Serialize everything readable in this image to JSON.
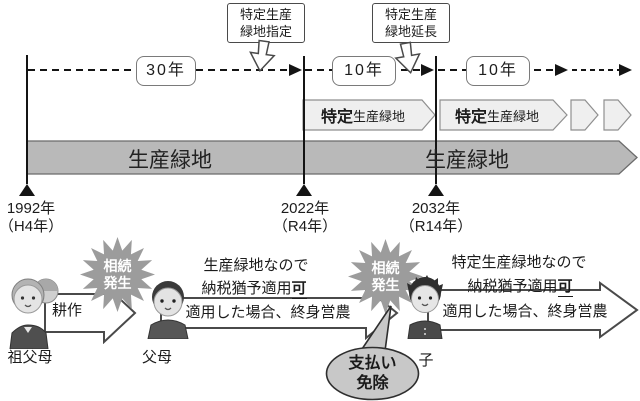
{
  "timeline": {
    "callouts": [
      {
        "line1": "特定生産",
        "line2": "緑地指定"
      },
      {
        "line1": "特定生産",
        "line2": "緑地延長"
      }
    ],
    "durations": [
      "30年",
      "10年",
      "10年"
    ],
    "milestones": [
      {
        "year": "1992年",
        "era": "（H4年）"
      },
      {
        "year": "2022年",
        "era": "（R4年）"
      },
      {
        "year": "2032年",
        "era": "（R14年）"
      }
    ]
  },
  "bands": {
    "tokutei": {
      "em": "特定",
      "rest": "生産緑地"
    },
    "seisan": "生産緑地"
  },
  "actors": [
    {
      "label": "祖父母"
    },
    {
      "label": "父母"
    },
    {
      "label": "子"
    }
  ],
  "events": {
    "inheritance_burst": {
      "line1": "相続",
      "line2": "発生"
    },
    "farming": "耕作",
    "payment_bubble": {
      "line1": "支払い",
      "line2": "免除"
    }
  },
  "notes": [
    {
      "line1": "生産緑地なので",
      "line2_prefix": "納税猶予適用",
      "line2_em": "可",
      "line3": "適用した場合、終身営農"
    },
    {
      "line1": "特定生産緑地なので",
      "line2_prefix": "納税猶予適用",
      "line2_em": "可",
      "line3": "適用した場合、終身営農"
    }
  ],
  "colors": {
    "band_light": "#efefef",
    "band_gray": "#b9b9b9",
    "burst_gray": "#9c9c9c",
    "bubble_gray": "#c8c8c8",
    "line_dark": "#141414"
  }
}
